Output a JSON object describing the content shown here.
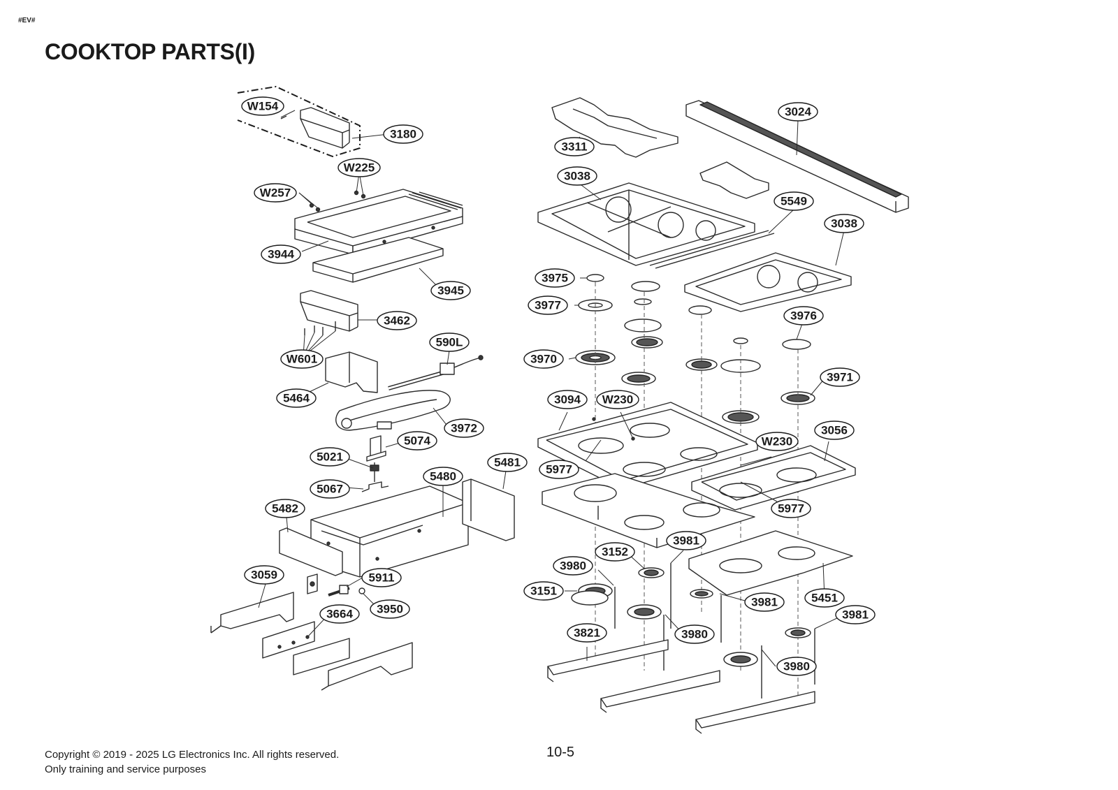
{
  "doc_tag": "#EV#",
  "title": "COOKTOP PARTS(I)",
  "copyright": "Copyright © 2019 - 2025 LG Electronics Inc. All rights reserved.",
  "usage_note": "Only training and service purposes",
  "page_number": "10-5",
  "callouts": {
    "W154": "W154",
    "p3180": "3180",
    "W225": "W225",
    "W257": "W257",
    "p3944": "3944",
    "p3945": "3945",
    "p3462": "3462",
    "p590L": "590L",
    "W601": "W601",
    "p5464": "5464",
    "p3972": "3972",
    "p5074": "5074",
    "p5021": "5021",
    "p5481": "5481",
    "p5480": "5480",
    "p5067": "5067",
    "p5482": "5482",
    "p3059": "3059",
    "p5911": "5911",
    "p3950": "3950",
    "p3664": "3664",
    "p3311": "3311",
    "p3024": "3024",
    "p3038a": "3038",
    "p5549": "5549",
    "p3038b": "3038",
    "p3975": "3975",
    "p3977": "3977",
    "p3976": "3976",
    "p3970": "3970",
    "p3971": "3971",
    "p3094": "3094",
    "W230a": "W230",
    "p3056": "3056",
    "W230b": "W230",
    "p5977a": "5977",
    "p5977b": "5977",
    "p3981a": "3981",
    "p3152": "3152",
    "p3980a": "3980",
    "p3151": "3151",
    "p3981b": "3981",
    "p5451": "5451",
    "p3981c": "3981",
    "p3821": "3821",
    "p3980b": "3980",
    "p3980c": "3980"
  }
}
